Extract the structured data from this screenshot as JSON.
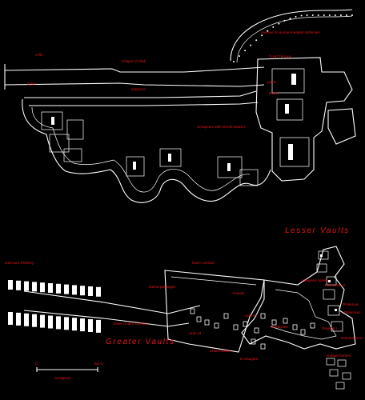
{
  "upper_plan": {
    "labels": [
      "Avenue of Human-headed Sphinxes",
      "Chapel of Ptah",
      "Court Terrace",
      "pylon",
      "pylon",
      "entrance",
      "stairs",
      "cells",
      "Serapeum with Greek statues"
    ]
  },
  "lower_plan": {
    "titles": {
      "lesser": "Lesser Vaults",
      "greater": "Greater Vaults"
    },
    "labels": [
      "unknown Ptolemy",
      "lower corridor",
      "lateral passages",
      "collapsed ceiling",
      "Amasis",
      "lower (main) corridor",
      "Apis 51",
      "Cambyses",
      "Khaemwaset",
      "Ramesses II",
      "Ptolemaic",
      "Psamtik I",
      "Ptolemaic",
      "Ramesses III",
      "Isolated tombs",
      "Apis 24",
      "to Saqqara"
    ],
    "scale": {
      "start": "0",
      "end": "50 m",
      "caption": "Serapeum"
    }
  }
}
